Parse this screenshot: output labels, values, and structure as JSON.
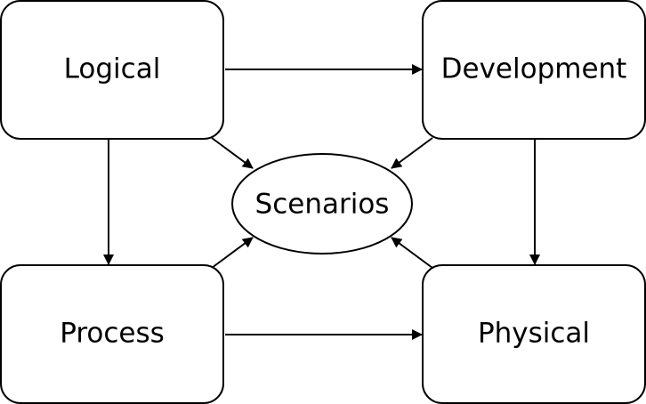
{
  "nodes": {
    "logical": "Logical",
    "development": "Development",
    "process": "Process",
    "physical": "Physical",
    "scenarios": "Scenarios"
  }
}
